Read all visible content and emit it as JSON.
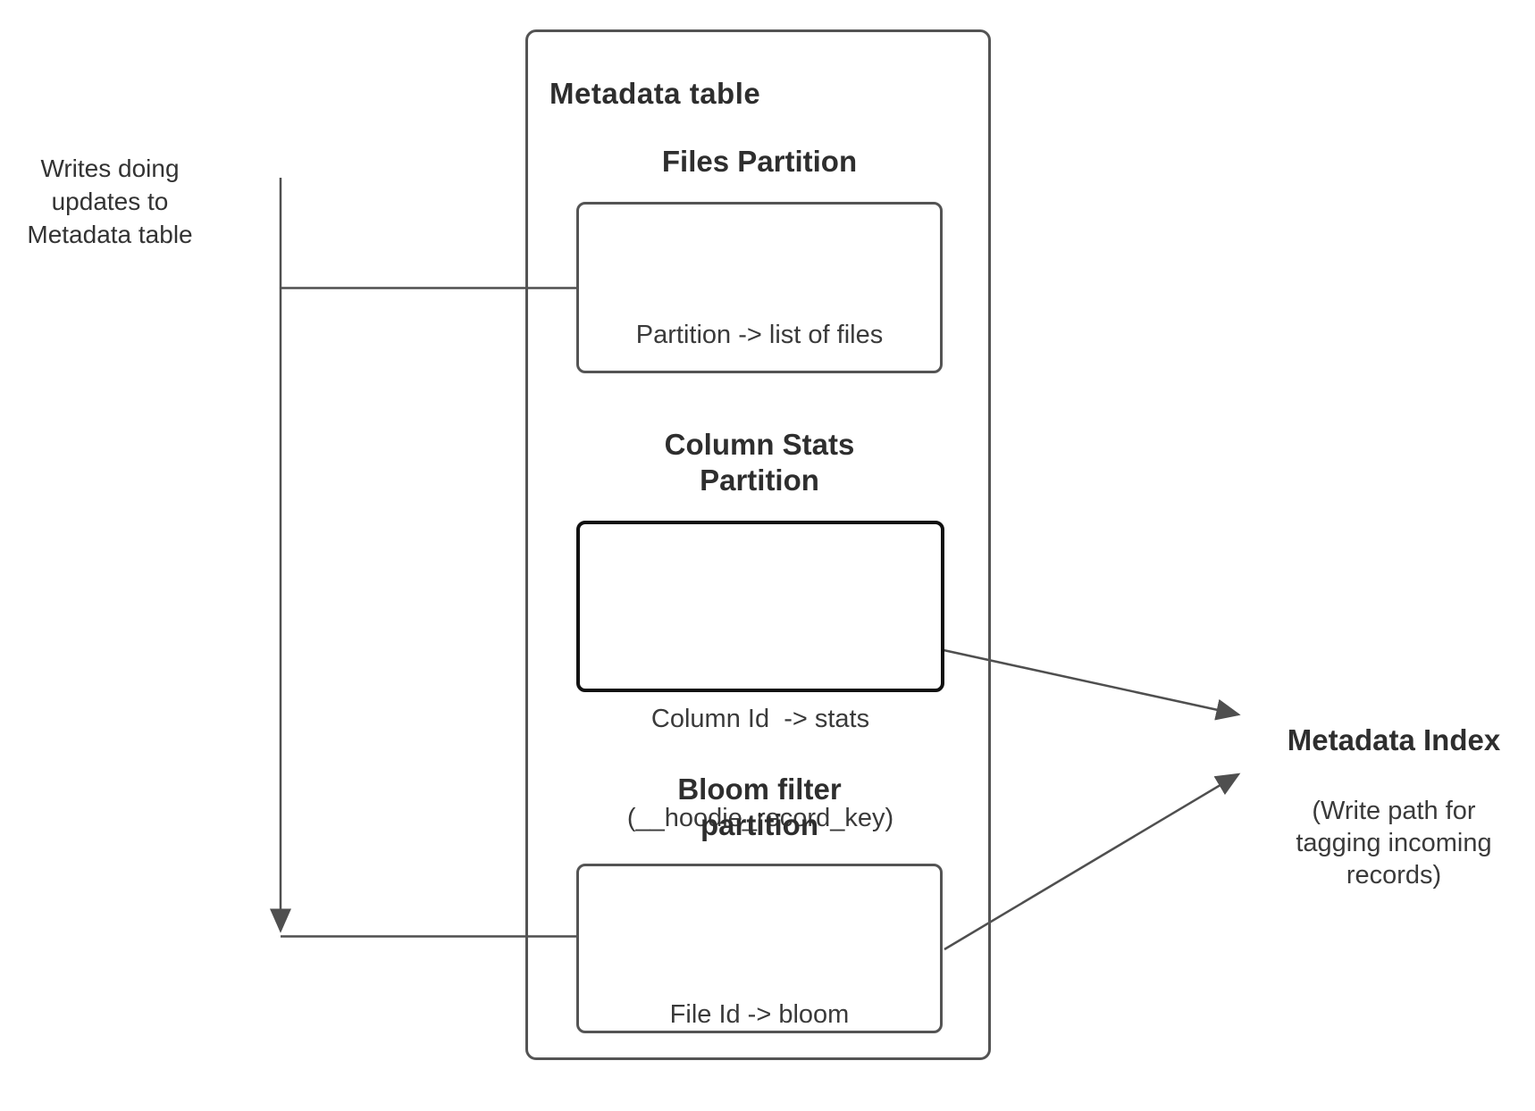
{
  "left_note": {
    "line1": "Writes doing",
    "line2": "updates to",
    "line3": "Metadata table"
  },
  "metadata_table": {
    "title": "Metadata table",
    "files_partition": {
      "heading": "Files Partition",
      "body": "Partition -> list of files"
    },
    "column_stats_partition": {
      "heading_line1": "Column Stats",
      "heading_line2": "Partition",
      "body_line1": "Column Id  -> stats",
      "body_line2": "(__hoodie_record_key)"
    },
    "bloom_filter_partition": {
      "heading_line1": "Bloom filter",
      "heading_line2": "partition",
      "body": "File Id -> bloom"
    }
  },
  "metadata_index": {
    "title": "Metadata Index",
    "subtitle_line1": "(Write path for",
    "subtitle_line2": "tagging incoming",
    "subtitle_line3": "records)"
  },
  "colors": {
    "box_border": "#545454",
    "emphasis_border": "#111111",
    "connector": "#4f4f4f",
    "text": "#333333"
  }
}
